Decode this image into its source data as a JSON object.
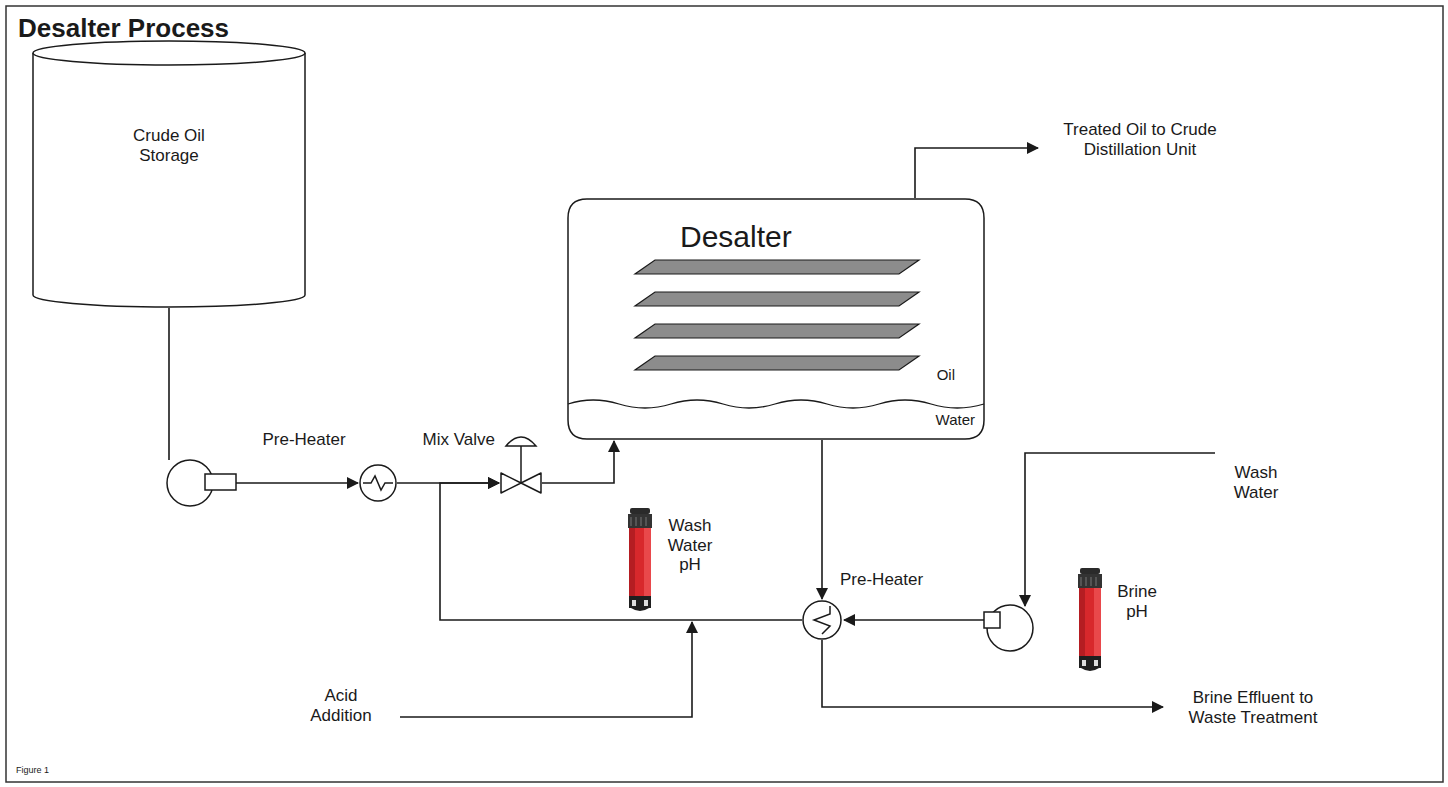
{
  "diagram": {
    "title": "Desalter Process",
    "caption": "Figure 1",
    "nodes": [
      {
        "text": [
          "Crude Oil Storage"
        ]
      },
      {
        "text": [
          "Pre-Heater"
        ]
      },
      {
        "text": [
          "Mix Valve"
        ]
      },
      {
        "text": [
          "Desalter",
          "Oil",
          "Water"
        ]
      },
      {
        "text": [
          "Pre-Heater"
        ]
      }
    ],
    "edges": [
      {
        "from": 0,
        "to": 1,
        "arrow": "to"
      },
      {
        "from": 1,
        "to": 2,
        "arrow": "to"
      },
      {
        "from": 2,
        "to": 3,
        "arrow": "to"
      },
      {
        "from": 3,
        "to": 4,
        "arrow": "to"
      },
      {
        "from": 4,
        "to": 2,
        "arrow": "to"
      }
    ],
    "labels": [
      "Treated Oil to Crude Distillation Unit",
      "Wash Water pH",
      "Wash Water",
      "Brine pH",
      "Acid Addition",
      "Brine Effluent to Waste Treatment"
    ]
  }
}
